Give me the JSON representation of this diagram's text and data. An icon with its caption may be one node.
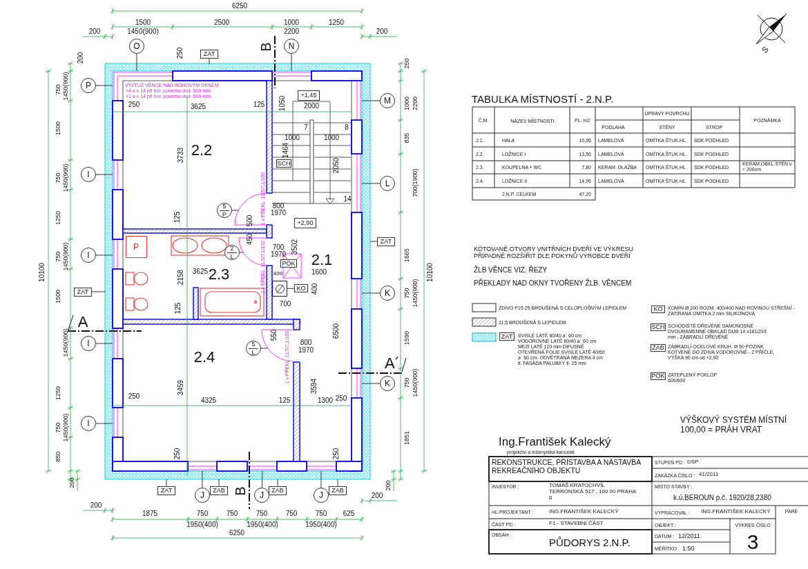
{
  "diagram": {
    "nodes": [
      {
        "text": [
          "O"
        ]
      },
      {
        "text": [
          "N"
        ]
      },
      {
        "text": [
          "ZAT"
        ]
      },
      {
        "text": [
          "P"
        ]
      },
      {
        "text": [
          "M"
        ]
      },
      {
        "text": [
          "+1,45"
        ]
      },
      {
        "text": [
          "SCH"
        ]
      },
      {
        "text": [
          "I"
        ]
      },
      {
        "text": [
          "L"
        ]
      },
      {
        "text": [
          "5",
          "P"
        ]
      },
      {
        "text": [
          "+2,90"
        ]
      },
      {
        "text": [
          "ZAT"
        ]
      },
      {
        "text": [
          "I"
        ]
      },
      {
        "text": [
          "2",
          "L"
        ]
      },
      {
        "text": [
          "POK"
        ]
      },
      {
        "text": [
          "ZAT"
        ]
      },
      {
        "text": [
          "KO"
        ]
      },
      {
        "text": [
          "K"
        ]
      },
      {
        "text": [
          "I"
        ]
      },
      {
        "text": [
          "5",
          "L"
        ]
      },
      {
        "text": [
          "K"
        ]
      },
      {
        "text": [
          "I"
        ]
      },
      {
        "text": [
          "ZAT"
        ]
      },
      {
        "text": [
          "J"
        ]
      },
      {
        "text": [
          "ZAB"
        ]
      },
      {
        "text": [
          "J"
        ]
      },
      {
        "text": [
          "ZAB"
        ]
      },
      {
        "text": [
          "J"
        ]
      },
      {
        "text": [
          "ZAB"
        ]
      },
      {
        "text": [
          "ZAT"
        ],
        "beside": [
          "SVISLÉ LATĚ 60/40 a´ 60 cm VODOROVNÉ LATĚ 60/40 a´ 60 cm MEZI LATĚ 120 mm DIFUSNĚ OTEVŘENÁ FOLIE SVISLÉ LATĚ 40/60 a´ 60 cm- ODVĚTRANÁ MEZERA 4 cm tl. FASÁDA PALUBKY tl. 25 mm"
        ]
      },
      {
        "text": [
          "KO"
        ],
        "beside": [
          "KOMÍN Ø 200 ROZM. 400/400 NAD ROVINOU STŘEŠNÍ - ZATÍRANÁ OMÍTKA 2 mm SILIKONOVÁ"
        ]
      },
      {
        "text": [
          "SCH"
        ],
        "beside": [
          "SCHODIŠTĚ DŘEVĚNÉ SAMONOSNÉ DVOURAMENNÉ OBKLAD DUB 14 x181/293 mm , ZÁBRADLÍ DŘEVĚNÉ"
        ]
      },
      {
        "text": [
          "ZAB"
        ],
        "beside": [
          "ZÁBRADLÍ OCELOVÉ KRUH. Ø 50 POZINK KOTVENÉ DO ZDIVA VODOROVNÉ - 2 PŘÍČLE, VÝŠKA 90 cm od +2,90"
        ]
      },
      {
        "text": [
          "POK"
        ],
        "beside": [
          "ZATEPLENÝ POKLOP 600/600"
        ]
      },
      {
        "text": [
          "P"
        ]
      },
      {
        "text": [],
        "shape": "box"
      }
    ],
    "edges": [
      {
        "from": 0,
        "to": null,
        "arrow": "none"
      },
      {
        "from": 1,
        "to": null,
        "arrow": "none"
      },
      {
        "from": 2,
        "to": null,
        "arrow": "none"
      },
      {
        "from": 3,
        "to": null,
        "arrow": "none"
      },
      {
        "from": 4,
        "to": null,
        "arrow": "none"
      },
      {
        "from": 7,
        "to": null,
        "arrow": "none"
      },
      {
        "from": 8,
        "to": null,
        "arrow": "none"
      },
      {
        "from": 9,
        "to": null,
        "arrow": "none"
      },
      {
        "from": 11,
        "to": null,
        "arrow": "none"
      },
      {
        "from": 12,
        "to": null,
        "arrow": "none"
      },
      {
        "from": 13,
        "to": null,
        "arrow": "none"
      },
      {
        "from": 15,
        "to": null,
        "arrow": "none"
      },
      {
        "from": 16,
        "to": 35,
        "arrow": "none"
      },
      {
        "from": 17,
        "to": null,
        "arrow": "none"
      },
      {
        "from": 18,
        "to": null,
        "arrow": "none"
      },
      {
        "from": 19,
        "to": null,
        "arrow": "none"
      },
      {
        "from": 20,
        "to": null,
        "arrow": "none"
      },
      {
        "from": 21,
        "to": null,
        "arrow": "none"
      },
      {
        "from": 22,
        "to": null,
        "arrow": "none"
      },
      {
        "from": 23,
        "to": null,
        "arrow": "none"
      },
      {
        "from": 24,
        "to": null,
        "arrow": "none"
      },
      {
        "from": 25,
        "to": null,
        "arrow": "none"
      },
      {
        "from": 26,
        "to": null,
        "arrow": "none"
      },
      {
        "from": 27,
        "to": null,
        "arrow": "none"
      },
      {
        "from": 28,
        "to": null,
        "arrow": "none"
      }
    ],
    "labels": [
      "6250",
      "1500",
      "2500",
      "1000",
      "1250",
      "200",
      "1450(900)",
      "2200",
      "200",
      "200",
      "250",
      "750",
      "1450(900)",
      "1500",
      "750",
      "1450(900)",
      "1250",
      "750",
      "1450(900)",
      "1500",
      "1450(900)",
      "1250",
      "750",
      "1450(900)",
      "850",
      "200",
      "10100",
      "250",
      "1000",
      "2200",
      "835",
      "700(1900)",
      "1665",
      "10100",
      "750",
      "1450(900)",
      "1590",
      "750",
      "1450(900)",
      "1851",
      "200",
      "200",
      "200",
      "1875",
      "750",
      "750",
      "750",
      "750",
      "750",
      "625",
      "1950(400)",
      "1950(400)",
      "1950(400)",
      "6250",
      "VÝZTUŽ VĚNCE NAD ROHOVÝM OKNEM",
      "+4 x ± 14 při hor. povrchu ulož. 500 mm",
      "+1 x ± 14 při hor. povrchu ulož. 500 mm",
      "250",
      "3625",
      "125",
      "1050",
      "2000",
      "7",
      "8",
      "1000",
      "1000",
      "3733",
      "2.2",
      "1464",
      "2050",
      "14",
      "1 x PŘEKL. 11,5/7,1/100",
      "800",
      "1970",
      "125",
      "500",
      "3502",
      "2.1",
      "700",
      "1970",
      "450",
      "1 x PŘEKL. 11,5/7,1/100",
      "2158",
      "3625",
      "2.3",
      "400",
      "1600",
      "400",
      "700",
      "125",
      "550",
      "6500",
      "800",
      "1970",
      "1 x PŘEKL. 11,5/7,1/100",
      "A",
      "A´",
      "2.4",
      "3459",
      "3594",
      "250",
      "4325",
      "125",
      "1300",
      "250",
      "250",
      "250",
      "B",
      "B",
      "S",
      "TABULKA MÍSTNOSTÍ - 2.N.P.",
      "Č.M.",
      "NÁZEV MÍSTNOSTI",
      "PL. m2",
      "ÚPRAVY POVRCHU",
      "POZNÁMKA",
      "PODLAHA",
      "STĚNY",
      "STROP",
      "2.1.",
      "HALA",
      "10,95",
      "LAMELOVÁ",
      "OMÍTKA ŠTUK.HL.",
      "SDK PODHLED",
      "2.2.",
      "LOŽNICE I",
      "13,50",
      "LAMELOVÁ",
      "OMÍTKA ŠTUK.HL.",
      "SDK PODHLED",
      "2.3.",
      "KOUPELNA + WC",
      "7,80",
      "KERAM. DLAŽBA",
      "OMÍTKA ŠTUK.HL.",
      "SDK PODHLED",
      "KERAM.OBKL.STĚN v = 200cm",
      "2.4.",
      "LOŽNICE II",
      "14,95",
      "LAMELOVÁ",
      "OMÍTKA ŠTUK.HL.",
      "SDK PODHLED",
      "2.N.P. CELKEM",
      "47,20",
      "KÓTOVANÉ OTVORY VNITŘNÍCH DVEŘÍ VE VÝKRESU PŘÍPADNĚ ROZŠÍŘIT DLE POKYNŮ VÝROBCE DVEŘÍ",
      "ŽLB VĚNCE VIZ. ŘEZY",
      "PŘEKLADY NAD OKNY TVOŘENY ŽLB. VĚNCEM",
      "VÝŠKOVÝ SYSTÉM MÍSTNÍ 100,00 = PRÁH VRAT",
      "Ing.František Kalecký",
      "projekční a inženýrská kancelář",
      "REKONSTRUKCE, PŘÍSTAVBA A NÁSTAVBA REKREAČNÍHO OBJEKTU",
      "INVESTOR :",
      "TOMÁŠ KRATOCHVÍL TERRONSKÁ 517 , 160 00 PRAHA 6",
      "HL.PROJEKTANT :",
      "ING.FRANTIŠEK KALECKÝ",
      "ČÁST PD :",
      "F1 - STAVEBNÍ ČÁST",
      "OBSAH :",
      "PŮDORYS 2.N.P.",
      "STUPEŇ PD :",
      "DSP",
      "ZAKÁZKA ČÍSLO :",
      "41/2011",
      "MÍSTO STAVBY :",
      "k.ú.BEROUN p.č. 1920/28,2380",
      "VYPRACOVAL :",
      "ING.FRANTIŠEK KALECKÝ",
      "PARÉ",
      "OBJEKT :",
      "VÝKRES ČÍSLO",
      "3",
      "DATUM :",
      "12/2011",
      "MĚŘÍTKO",
      "1:50"
    ],
    "legend": [
      {
        "text": "ZDIVO P15 25 BROUŠENÁ S CELOPLOŠNÝM LEPIDLEM"
      },
      {
        "text": "11,5 BROUŠENÁ S LEPIDLEM"
      }
    ]
  }
}
